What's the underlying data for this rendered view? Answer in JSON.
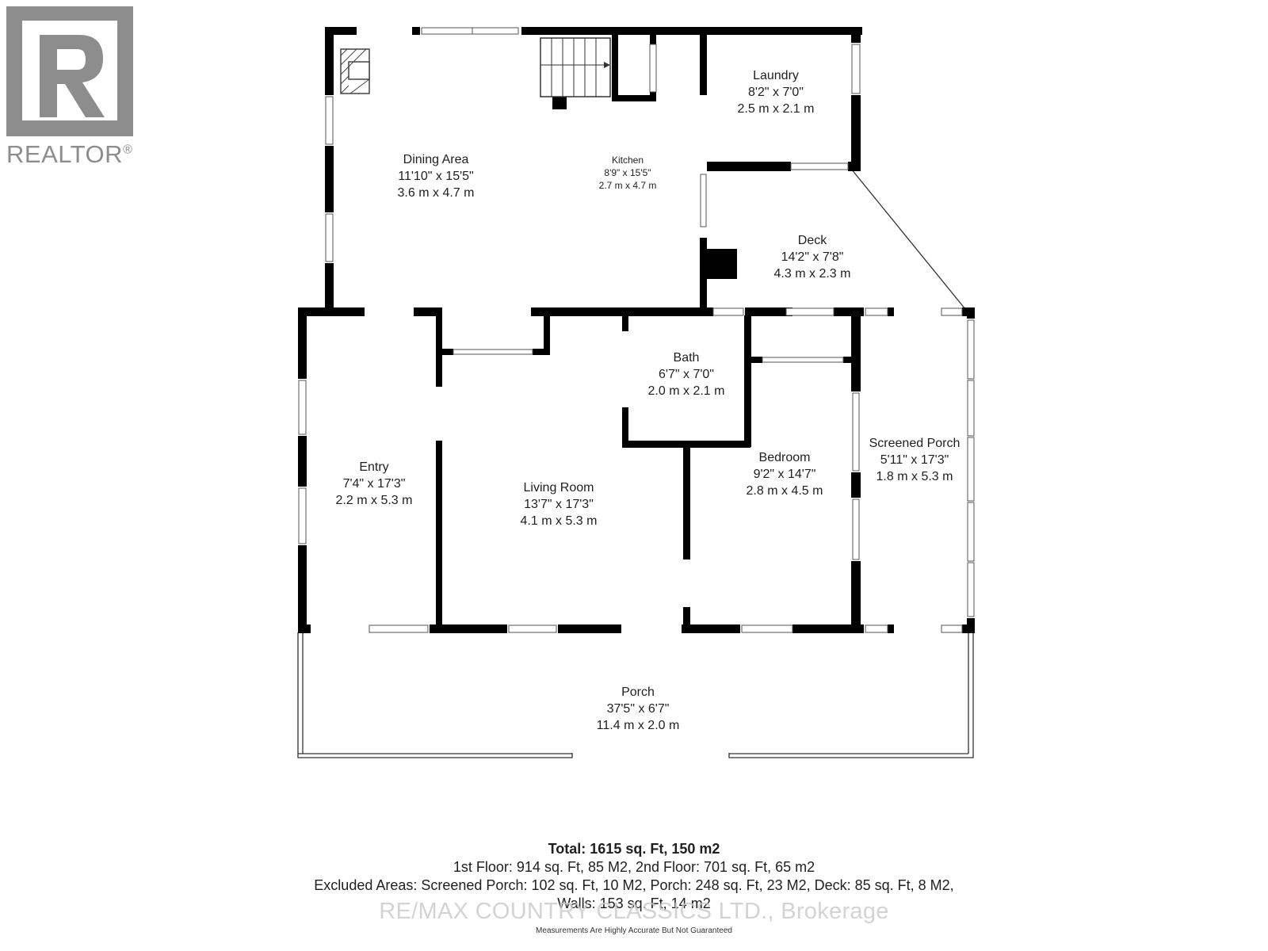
{
  "branding": {
    "logo_text": "REALTOR",
    "registered_mark": "®",
    "watermark": "RE/MAX COUNTRY CLASSICS LTD., Brokerage",
    "colors": {
      "logo_gray": "#8d8d8d",
      "wall": "#000000"
    }
  },
  "rooms": {
    "dining": {
      "name": "Dining Area",
      "imperial": "11'10\" x 15'5\"",
      "metric": "3.6 m x 4.7 m"
    },
    "kitchen": {
      "name": "Kitchen",
      "imperial": "8'9\" x 15'5\"",
      "metric": "2.7 m x 4.7 m"
    },
    "laundry": {
      "name": "Laundry",
      "imperial": "8'2\" x 7'0\"",
      "metric": "2.5 m x 2.1 m"
    },
    "deck": {
      "name": "Deck",
      "imperial": "14'2\" x 7'8\"",
      "metric": "4.3 m x 2.3 m"
    },
    "bath": {
      "name": "Bath",
      "imperial": "6'7\" x 7'0\"",
      "metric": "2.0 m x 2.1 m"
    },
    "entry": {
      "name": "Entry",
      "imperial": "7'4\" x 17'3\"",
      "metric": "2.2 m x 5.3 m"
    },
    "living": {
      "name": "Living Room",
      "imperial": "13'7\" x 17'3\"",
      "metric": "4.1 m x 5.3 m"
    },
    "bedroom": {
      "name": "Bedroom",
      "imperial": "9'2\" x 14'7\"",
      "metric": "2.8 m x 4.5 m"
    },
    "screened": {
      "name": "Screened Porch",
      "imperial": "5'11\" x 17'3\"",
      "metric": "1.8 m x 5.3 m"
    },
    "porch": {
      "name": "Porch",
      "imperial": "37'5\" x 6'7\"",
      "metric": "11.4 m x 2.0 m"
    }
  },
  "summary": {
    "total": "Total: 1615 sq. Ft, 150 m2",
    "floors": "1st Floor: 914 sq. Ft, 85 M2, 2nd Floor: 701 sq. Ft, 65 m2",
    "excluded": "Excluded Areas: Screened Porch: 102 sq. Ft, 10 M2, Porch: 248 sq. Ft, 23 M2, Deck: 85 sq. Ft, 8 M2,",
    "walls": "Walls: 153 sq. Ft, 14 m2",
    "disclaimer": "Measurements Are Highly Accurate But Not Guaranteed"
  }
}
